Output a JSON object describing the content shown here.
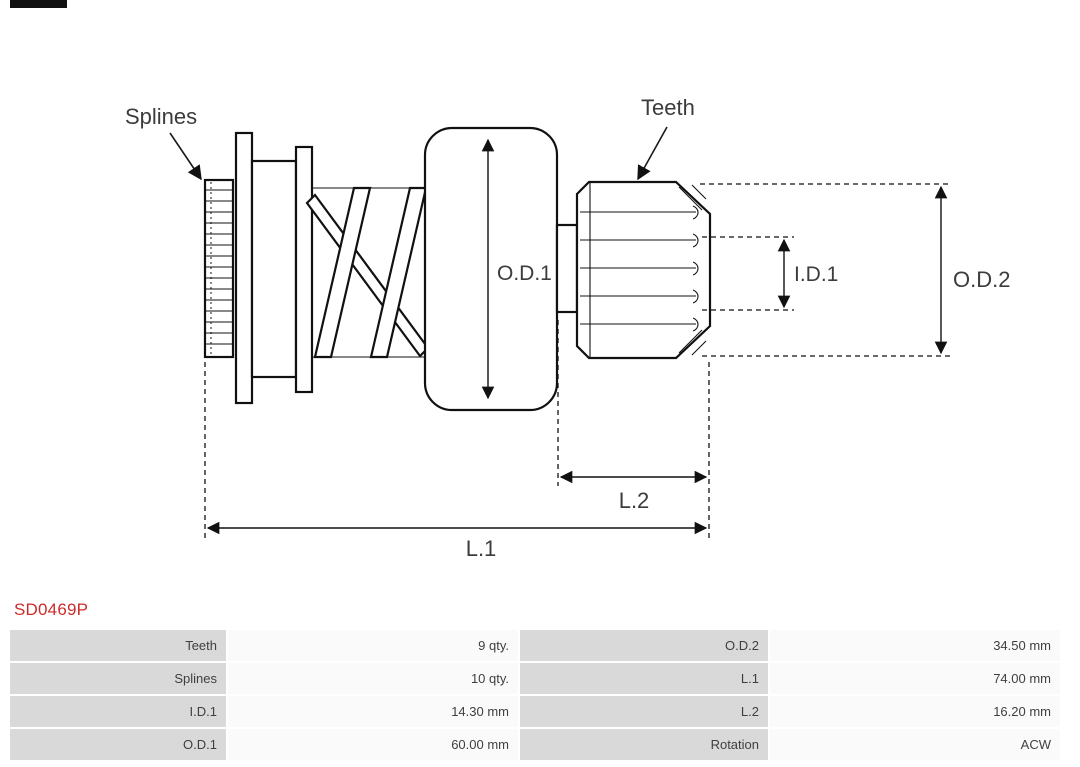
{
  "part": {
    "number": "SD0469P"
  },
  "diagram": {
    "callouts": {
      "splines": "Splines",
      "teeth": "Teeth"
    },
    "dimensions": {
      "od1": "O.D.1",
      "id1": "I.D.1",
      "od2": "O.D.2",
      "l1": "L.1",
      "l2": "L.2"
    }
  },
  "spec_table": {
    "rows": [
      {
        "label_left": "Teeth",
        "value_left": "9 qty.",
        "label_right": "O.D.2",
        "value_right": "34.50 mm"
      },
      {
        "label_left": "Splines",
        "value_left": "10 qty.",
        "label_right": "L.1",
        "value_right": "74.00 mm"
      },
      {
        "label_left": "I.D.1",
        "value_left": "14.30 mm",
        "label_right": "L.2",
        "value_right": "16.20 mm"
      },
      {
        "label_left": "O.D.1",
        "value_left": "60.00 mm",
        "label_right": "Rotation",
        "value_right": "ACW"
      }
    ]
  },
  "colors": {
    "part_number": "#CC2B2B",
    "table_label_bg": "#D9D9D9",
    "table_value_bg": "#FAFAFA",
    "line": "#111111",
    "text": "#3C3C3C"
  }
}
